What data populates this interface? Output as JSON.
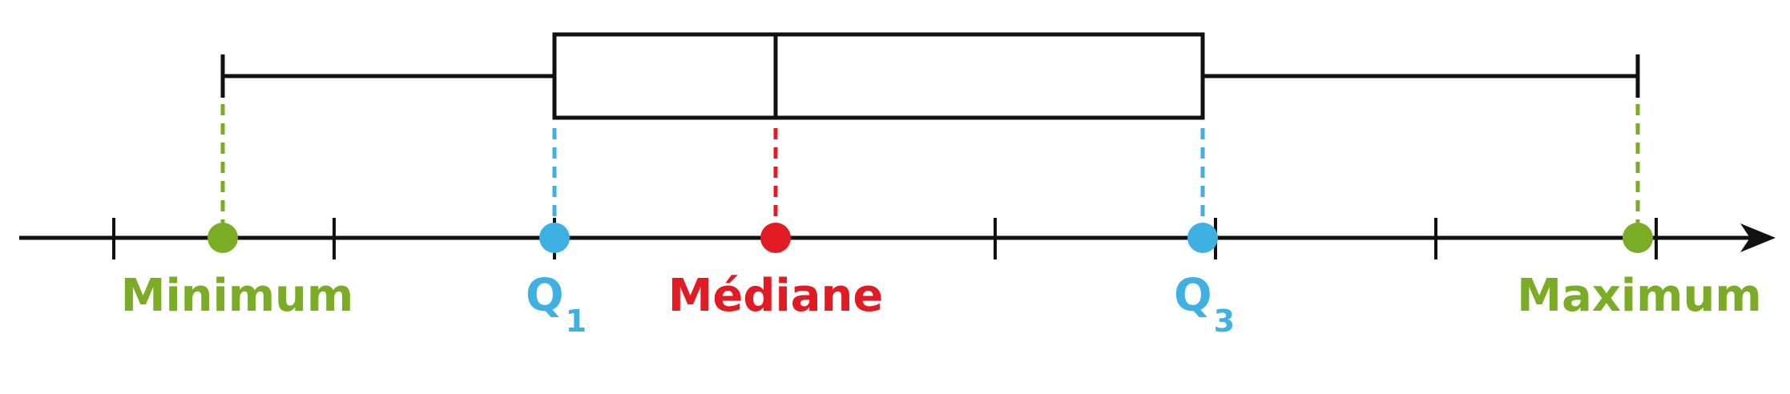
{
  "labels": {
    "minimum": "Minimum",
    "q1": "Q",
    "q1_sub": "1",
    "median": "Médiane",
    "q3": "Q",
    "q3_sub": "3",
    "maximum": "Maximum"
  },
  "colors": {
    "line": "#111111",
    "extreme": "#7aac26",
    "quartile": "#3eb1e2",
    "median": "#e01b24"
  },
  "icons": {
    "axis_arrow": "arrow-right-icon",
    "point_marker": "filled-circle-icon"
  }
}
